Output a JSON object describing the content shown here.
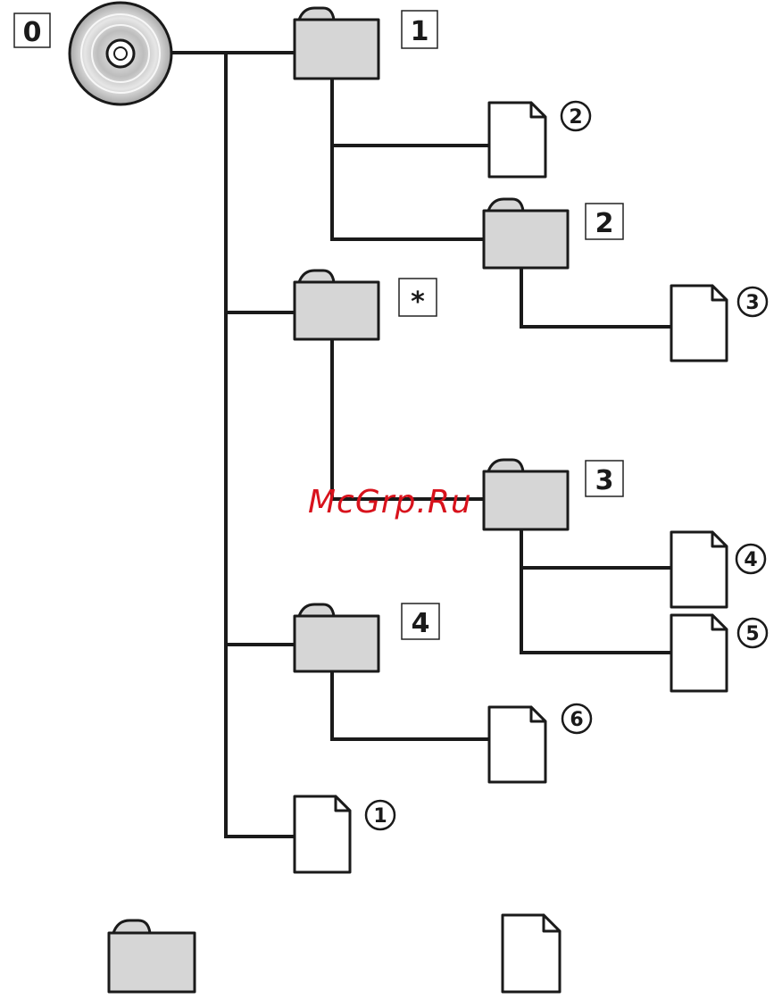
{
  "root": {
    "label": "0"
  },
  "folders": [
    {
      "id": "folder-1",
      "label": "1"
    },
    {
      "id": "folder-2",
      "label": "2"
    },
    {
      "id": "folder-star",
      "label": "*"
    },
    {
      "id": "folder-3",
      "label": "3"
    },
    {
      "id": "folder-4",
      "label": "4"
    }
  ],
  "files": [
    {
      "id": "file-1",
      "label": "1"
    },
    {
      "id": "file-2",
      "label": "2"
    },
    {
      "id": "file-3",
      "label": "3"
    },
    {
      "id": "file-4",
      "label": "4"
    },
    {
      "id": "file-5",
      "label": "5"
    },
    {
      "id": "file-6",
      "label": "6"
    }
  ],
  "watermark": "McGrp.Ru",
  "colors": {
    "folder_fill": "#d6d6d6",
    "line": "#1a1a1a",
    "watermark": "#d8121c"
  }
}
